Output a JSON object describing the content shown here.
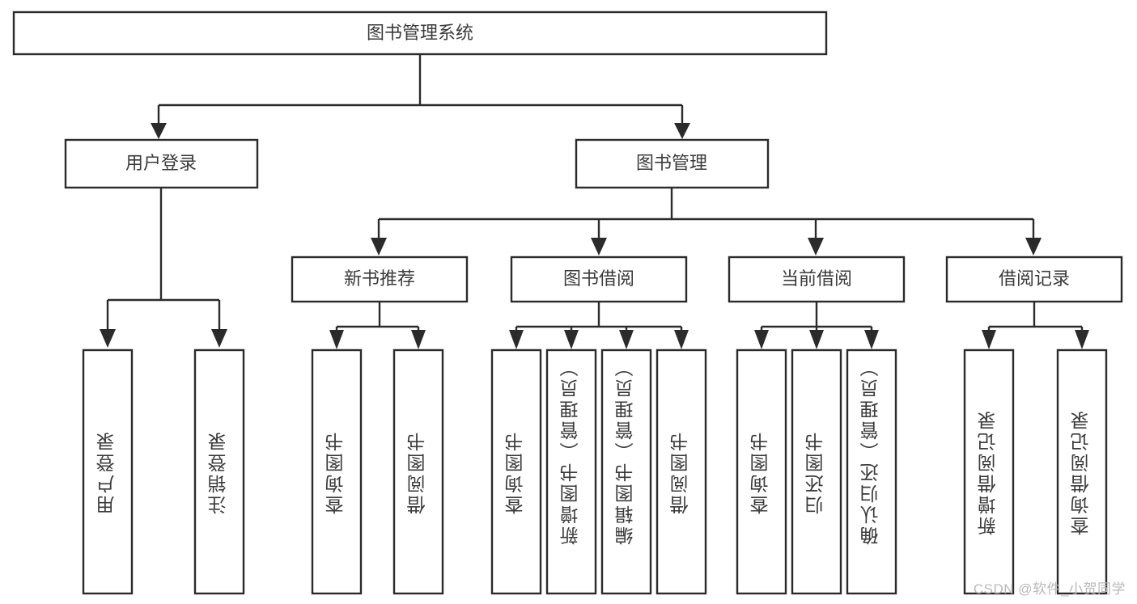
{
  "diagram": {
    "type": "tree-hierarchy-chart",
    "title_node": {
      "label": "图书管理系统"
    },
    "level2": [
      {
        "id": "user-login",
        "label": "用户登录"
      },
      {
        "id": "book-management",
        "label": "图书管理"
      }
    ],
    "level3": [
      {
        "id": "new-book-recommend",
        "label": "新书推荐",
        "parent": "book-management"
      },
      {
        "id": "book-borrow",
        "label": "图书借阅",
        "parent": "book-management"
      },
      {
        "id": "current-borrow",
        "label": "当前借阅",
        "parent": "book-management"
      },
      {
        "id": "borrow-record",
        "label": "借阅记录",
        "parent": "book-management"
      }
    ],
    "leaves": [
      {
        "id": "leaf-user-login",
        "label": "用户登录",
        "parent": "user-login"
      },
      {
        "id": "leaf-logout-login",
        "label": "注销登录",
        "parent": "user-login"
      },
      {
        "id": "leaf-query-book-1",
        "label": "查询图书",
        "parent": "new-book-recommend"
      },
      {
        "id": "leaf-borrow-book-1",
        "label": "借阅图书",
        "parent": "new-book-recommend"
      },
      {
        "id": "leaf-query-book-2",
        "label": "查询图书",
        "parent": "book-borrow"
      },
      {
        "id": "leaf-add-book",
        "label": "新增图书（管理员）",
        "parent": "book-borrow"
      },
      {
        "id": "leaf-edit-book",
        "label": "编辑图书（管理员）",
        "parent": "book-borrow"
      },
      {
        "id": "leaf-borrow-book-2",
        "label": "借阅图书",
        "parent": "book-borrow"
      },
      {
        "id": "leaf-query-book-3",
        "label": "查询图书",
        "parent": "current-borrow"
      },
      {
        "id": "leaf-return-book",
        "label": "归还图书",
        "parent": "current-borrow"
      },
      {
        "id": "leaf-confirm-return",
        "label": "确认归还（管理员）",
        "parent": "current-borrow"
      },
      {
        "id": "leaf-add-borrow-record",
        "label": "新增借阅记录",
        "parent": "borrow-record"
      },
      {
        "id": "leaf-query-borrow-record",
        "label": "查询借阅记录",
        "parent": "borrow-record"
      }
    ],
    "colors": {
      "stroke": "#2b2b2b",
      "box_fill": "#ffffff",
      "text": "#3a3a3a",
      "background": "#ffffff",
      "watermark": "#b9b9b9"
    }
  },
  "watermark": {
    "text": "CSDN @软件_小贺同学"
  }
}
